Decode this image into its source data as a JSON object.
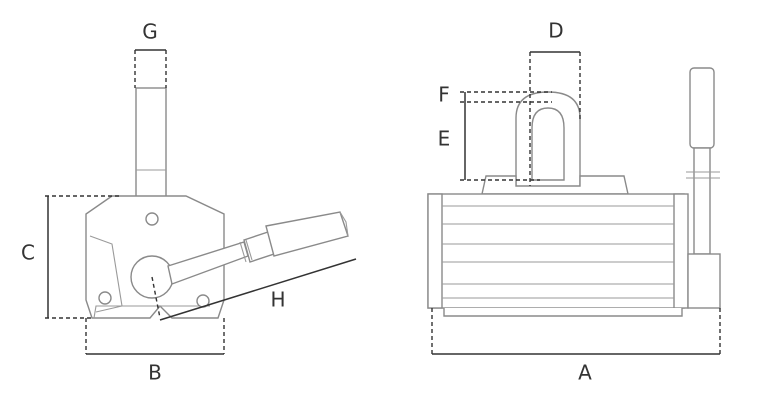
{
  "dimensions": {
    "a": "A",
    "b": "B",
    "c": "C",
    "d": "D",
    "e": "E",
    "f": "F",
    "g": "G",
    "h": "H"
  },
  "colors": {
    "outline": "#8a8a8a",
    "dimension": "#333333",
    "background": "#ffffff"
  }
}
